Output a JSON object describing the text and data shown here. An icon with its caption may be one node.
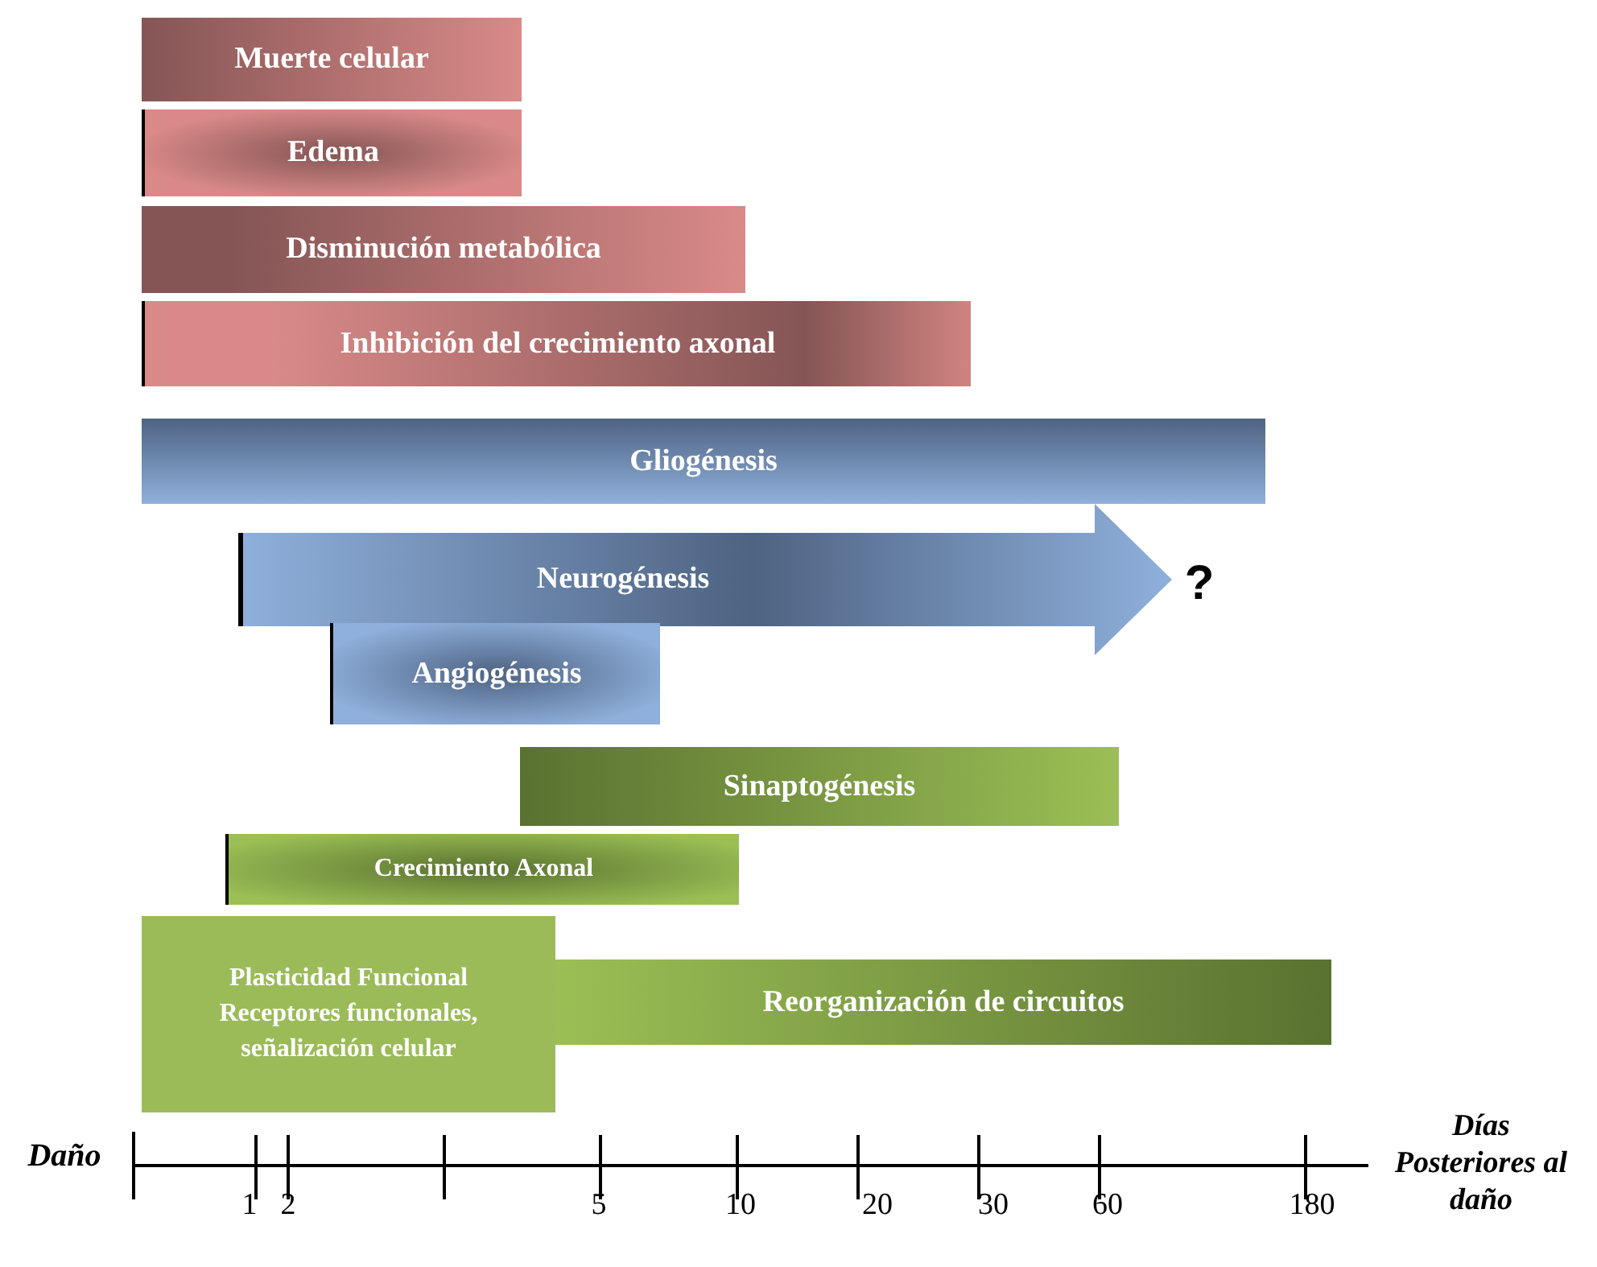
{
  "diagram": {
    "nodes": [
      {
        "text": [
          "Muerte celular"
        ]
      },
      {
        "text": [
          "Edema"
        ]
      },
      {
        "text": [
          "Disminución metabólica"
        ]
      },
      {
        "text": [
          "Inhibición del crecimiento axonal"
        ]
      },
      {
        "text": [
          "Gliogénesis"
        ]
      },
      {
        "text": [
          "Neurogénesis"
        ]
      },
      {
        "text": [
          "Angiogénesis"
        ]
      },
      {
        "text": [
          "Sinaptogénesis"
        ]
      },
      {
        "text": [
          "Crecimiento Axonal"
        ]
      },
      {
        "text": [
          "Plasticidad Funcional",
          "Receptores  funcionales, señalización celular"
        ]
      },
      {
        "text": [
          "Reorganización de circuitos"
        ]
      }
    ],
    "labels": [
      "?",
      "Daño",
      "1",
      "2",
      "5",
      "10",
      "20",
      "30",
      "60",
      "180",
      "Días Posteriores al daño"
    ]
  }
}
